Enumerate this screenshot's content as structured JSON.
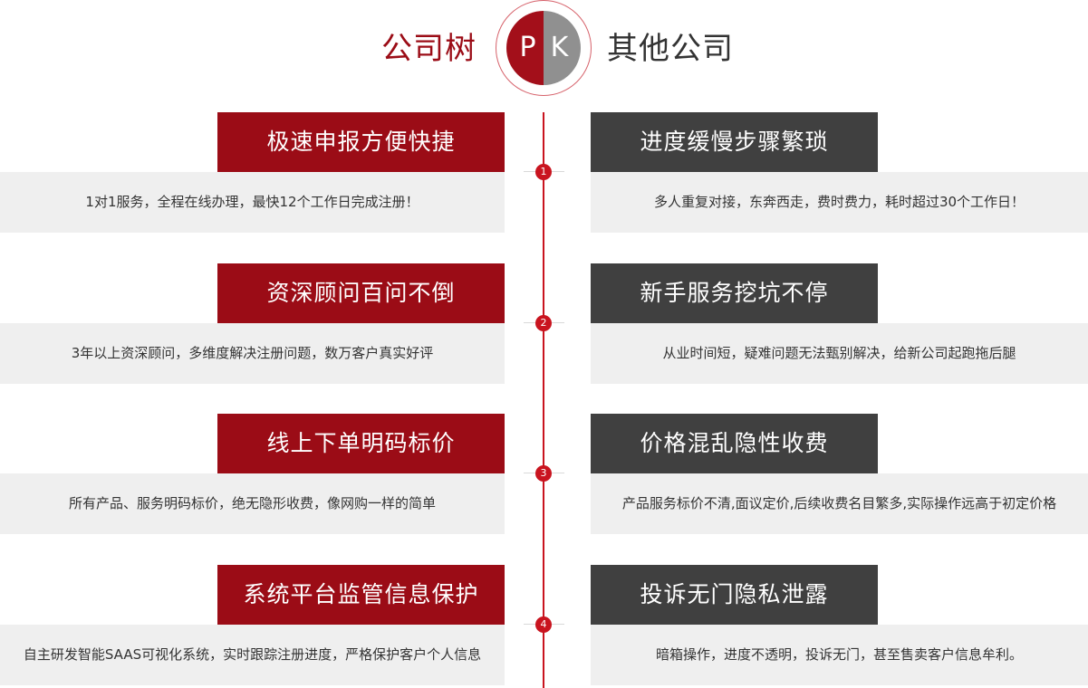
{
  "header": {
    "left_title": "公司树",
    "right_title": "其他公司",
    "pk_left": "P",
    "pk_right": "K"
  },
  "rows": [
    {
      "number": "1",
      "left_heading": "极速申报方便快捷",
      "left_desc": "1对1服务，全程在线办理，最快12个工作日完成注册！",
      "right_heading": "进度缓慢步骤繁琐",
      "right_desc": "多人重复对接，东奔西走，费时费力，耗时超过30个工作日！"
    },
    {
      "number": "2",
      "left_heading": "资深顾问百问不倒",
      "left_desc": "3年以上资深顾问，多维度解决注册问题，数万客户真实好评",
      "right_heading": "新手服务挖坑不停",
      "right_desc": "从业时间短，疑难问题无法甄别解决，给新公司起跑拖后腿"
    },
    {
      "number": "3",
      "left_heading": "线上下单明码标价",
      "left_desc": "所有产品、服务明码标价，绝无隐形收费，像网购一样的简单",
      "right_heading": "价格混乱隐性收费",
      "right_desc": "产品服务标价不清,面议定价,后续收费名目繁多,实际操作远高于初定价格"
    },
    {
      "number": "4",
      "left_heading": "系统平台监管信息保护",
      "left_desc": "自主研发智能SAAS可视化系统，实时跟踪注册进度，严格保护客户个人信息",
      "right_heading": "投诉无门隐私泄露",
      "right_desc": "暗箱操作，进度不透明，投诉无门，甚至售卖客户信息牟利。"
    }
  ],
  "colors": {
    "accent_red": "#9b0c16",
    "marker_red": "#c9141f",
    "dark_gray": "#404040",
    "light_gray": "#efefef"
  }
}
